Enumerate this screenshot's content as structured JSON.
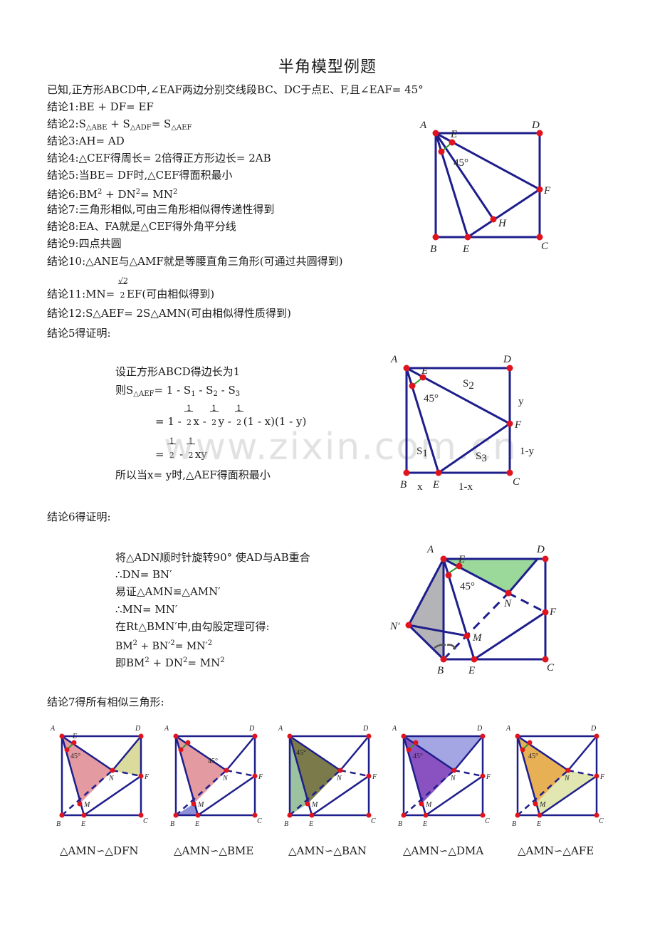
{
  "title": "半角模型例题",
  "given": "已知,正方形ABCD中,∠EAF两边分别交线段BC、DC于点E、F,且∠EAF= 45°",
  "conclusions": [
    {
      "label": "结论1:",
      "text": "BE + DF= EF"
    },
    {
      "label": "结论2:",
      "parts": [
        "S",
        "△ABE",
        " + S",
        "△ADF",
        "= S",
        "△AEF"
      ]
    },
    {
      "label": "结论3:",
      "text": "AH= AD"
    },
    {
      "label": "结论4:",
      "text": "△CEF得周长= 2倍得正方形边长= 2AB"
    },
    {
      "label": "结论5:",
      "text": "当BE= DF时,△CEF得面积最小"
    },
    {
      "label": "结论6:",
      "parts": [
        "BM",
        "2",
        " + DN",
        "2",
        "= MN",
        "2"
      ]
    },
    {
      "label": "结论7:",
      "text": "三角形相似,可由三角形相似得传递性得到"
    },
    {
      "label": "结论8:",
      "text": "EA、FA就是△CEF得外角平分线"
    },
    {
      "label": "结论9:",
      "text": "四点共圆"
    },
    {
      "label": "结论10:",
      "text": "△ANE与△AMF就是等腰直角三角形(可通过共圆得到)"
    },
    {
      "label": "结论11:",
      "pre": "MN= ",
      "frac_num": "√2",
      "frac_den": "2",
      "post": "EF(可由相似得到)"
    },
    {
      "label": "结论12:",
      "text": "S△AEF= 2S△AMN(可由相似得性质得到)"
    }
  ],
  "proof5": {
    "heading": "结论5得证明:",
    "lines": {
      "l1": "设正方形ABCD得边长为1",
      "l2_pre": "则S",
      "l2_sub": "△AEF",
      "l2_post": "= 1 - S",
      "s1": "1",
      "s2": "2",
      "s3": "3",
      "l3_a": "= 1 - ",
      "l3_b": "x - ",
      "l3_c": "y - ",
      "l3_d": "(1 - x)(1 - y)",
      "l4_a": "= ",
      "l4_b": " - ",
      "l4_c": "xy",
      "half_num": "1",
      "half_den": "2",
      "l5": "所以当x= y时,△AEF得面积最小"
    }
  },
  "proof6": {
    "heading": "结论6得证明:",
    "lines": [
      "将△ADN顺时针旋转90° 使AD与AB重合",
      "∴DN= BN′",
      "易证△AMN≌△AMN′",
      "∴MN= MN′",
      "在Rt△BMN′中,由勾股定理可得:"
    ],
    "eq1": {
      "a": "BM",
      "b": " + BN′",
      "c": "= MN′"
    },
    "eq2": {
      "pre": "即BM",
      "b": " + DN",
      "c": "= MN"
    },
    "sq": "2"
  },
  "proof7": {
    "heading": "结论7得所有相似三角形:",
    "captions": [
      "△AMN∽△DFN",
      "△AMN∽△BME",
      "△AMN∽△BAN",
      "△AMN∽△DMA",
      "△AMN∽△AFE"
    ]
  },
  "figures": {
    "labels": {
      "A": "A",
      "B": "B",
      "C": "C",
      "D": "D",
      "E": "E",
      "F": "F",
      "H": "H",
      "M": "M",
      "N": "N",
      "Np": "N′"
    },
    "angle": "45°",
    "region_labels": {
      "s1": "S",
      "s2": "S",
      "s3": "S",
      "x": "x",
      "y": "y",
      "one_minus_x": "1-x",
      "one_minus_y": "1-y"
    }
  },
  "colors": {
    "line": "#1e1e8c",
    "point": "#e0141e",
    "right_angle_mark": "#2a9a2a",
    "fill_green": "#9ad99a",
    "fill_gray": "#b4b4b8",
    "fill_pink": "#e39aa0",
    "fill_khaki": "#dadb9c",
    "fill_blue": "#8c8ed8",
    "fill_olive": "#7a7a4a",
    "fill_sage": "#9cc3a0",
    "fill_violet": "#8a52c0",
    "fill_lavender": "#a4a6e4",
    "fill_orange": "#e8b054",
    "fill_lightyellow": "#e2e6b0"
  },
  "watermark": "www.zixin.com.cn"
}
